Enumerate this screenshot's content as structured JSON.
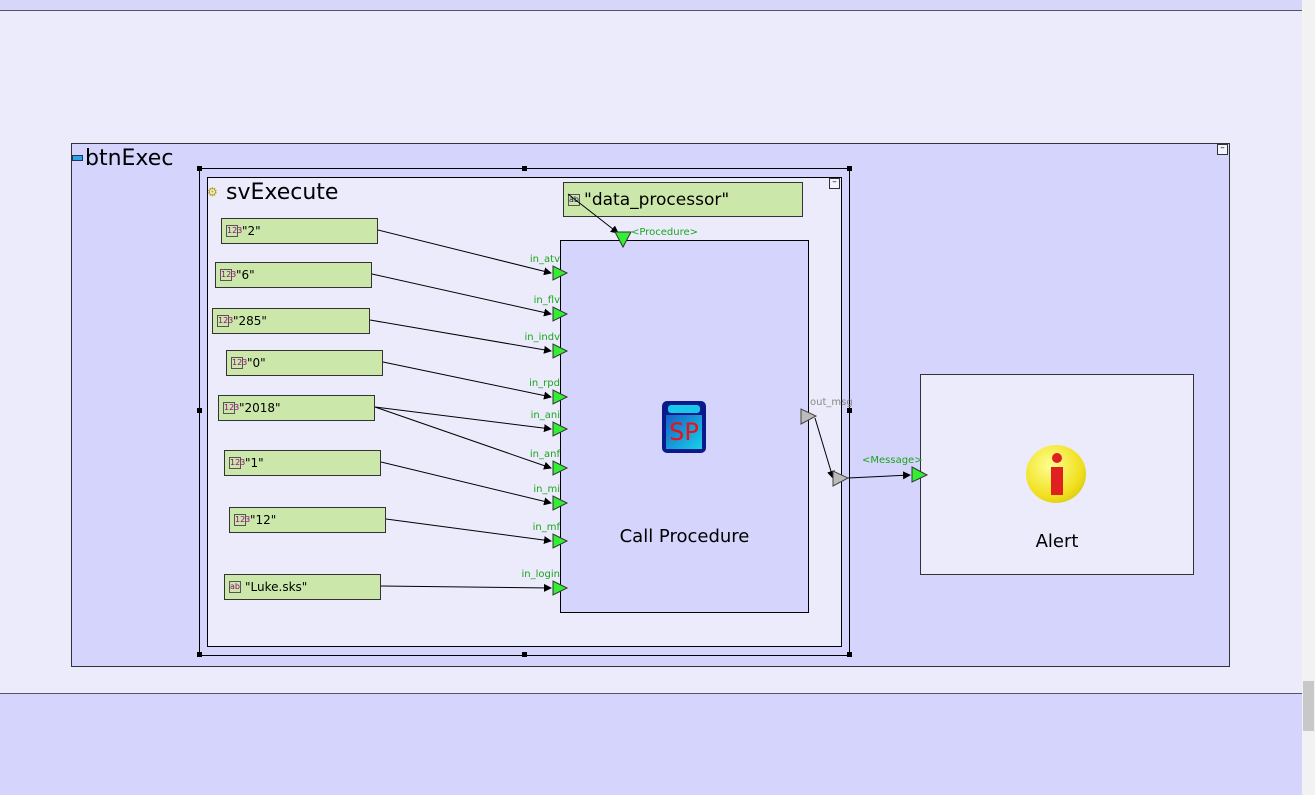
{
  "outer_block": {
    "title": "btnExec"
  },
  "inner_block": {
    "title": "svExecute"
  },
  "procedure_name": {
    "value": "\"data_processor\"",
    "port_label": "<Procedure>"
  },
  "inputs": [
    {
      "value": "\"2\"",
      "port": "in_atv"
    },
    {
      "value": "\"6\"",
      "port": "in_flv"
    },
    {
      "value": "\"285\"",
      "port": "in_indv"
    },
    {
      "value": "\"0\"",
      "port": "in_rpd"
    },
    {
      "value": "\"2018\"",
      "port": "in_ani"
    },
    {
      "value": "\"2018\"",
      "port": "in_anf"
    },
    {
      "value": "\"1\"",
      "port": "in_mi"
    },
    {
      "value": "\"12\"",
      "port": "in_mf"
    },
    {
      "value": "\"Luke.sks\"",
      "port": "in_login"
    }
  ],
  "call_procedure": {
    "label": "Call Procedure",
    "icon": "SP",
    "output_port": "out_msg"
  },
  "alert": {
    "label": "Alert",
    "input_port": "<Message>",
    "icon": "info-icon"
  },
  "colors": {
    "port": "#33ee33",
    "input_box": "#cbe8aa",
    "block": "#d4d4fc",
    "canvas": "#ebebfc"
  }
}
